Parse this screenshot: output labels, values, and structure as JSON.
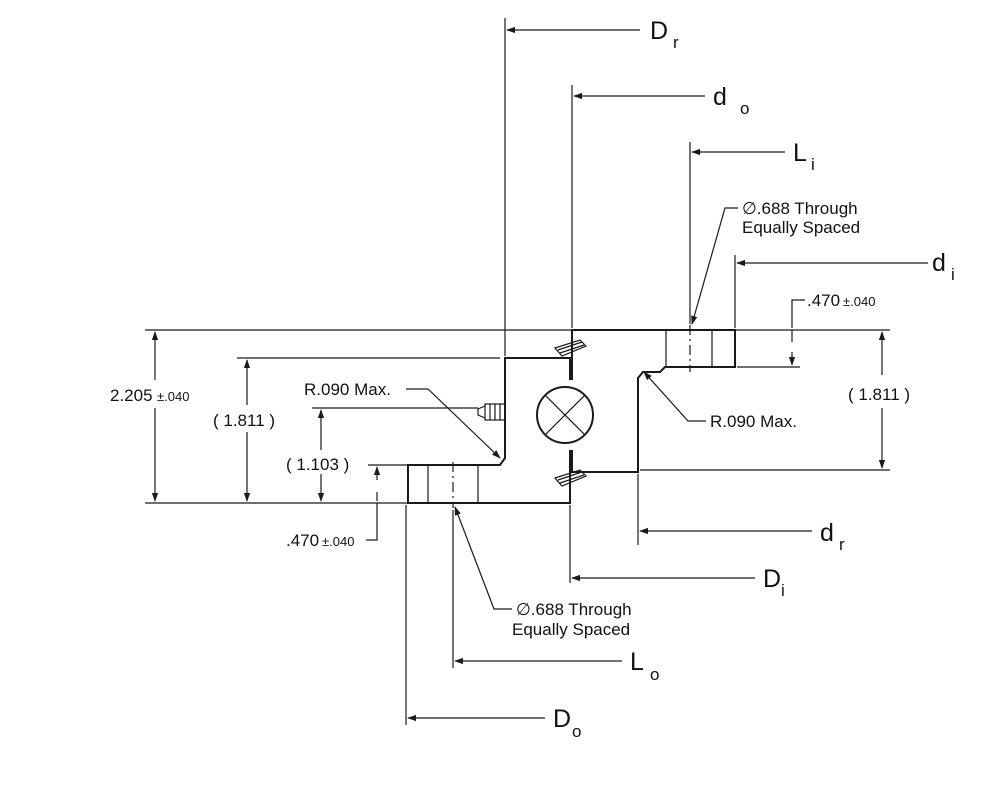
{
  "colors": {
    "ink": "#1a1a1a",
    "background": "#ffffff"
  },
  "reference_dims": {
    "Dr": {
      "main": "D",
      "sub": "r"
    },
    "do": {
      "main": "d",
      "sub": "o"
    },
    "Li": {
      "main": "L",
      "sub": "i"
    },
    "di": {
      "main": "d",
      "sub": "i"
    },
    "dr": {
      "main": "d",
      "sub": "r"
    },
    "Di": {
      "main": "D",
      "sub": "i"
    },
    "Lo": {
      "main": "L",
      "sub": "o"
    },
    "Do": {
      "main": "D",
      "sub": "o"
    }
  },
  "hole_note_top": {
    "line1": "∅.688 Through",
    "line2": "Equally Spaced"
  },
  "hole_note_bottom": {
    "line1": "∅.688 Through",
    "line2": "Equally Spaced"
  },
  "height_overall": {
    "value": "2.205",
    "tol": "±.040"
  },
  "dim_1811_left": "( 1.811 )",
  "dim_1103": "( 1.103 )",
  "dim_1811_right": "( 1.811 )",
  "flange_top": {
    "value": ".470",
    "tol": "±.040"
  },
  "flange_bottom": {
    "value": ".470",
    "tol": "±.040"
  },
  "radius_left": "R.090 Max.",
  "radius_right": "R.090 Max."
}
